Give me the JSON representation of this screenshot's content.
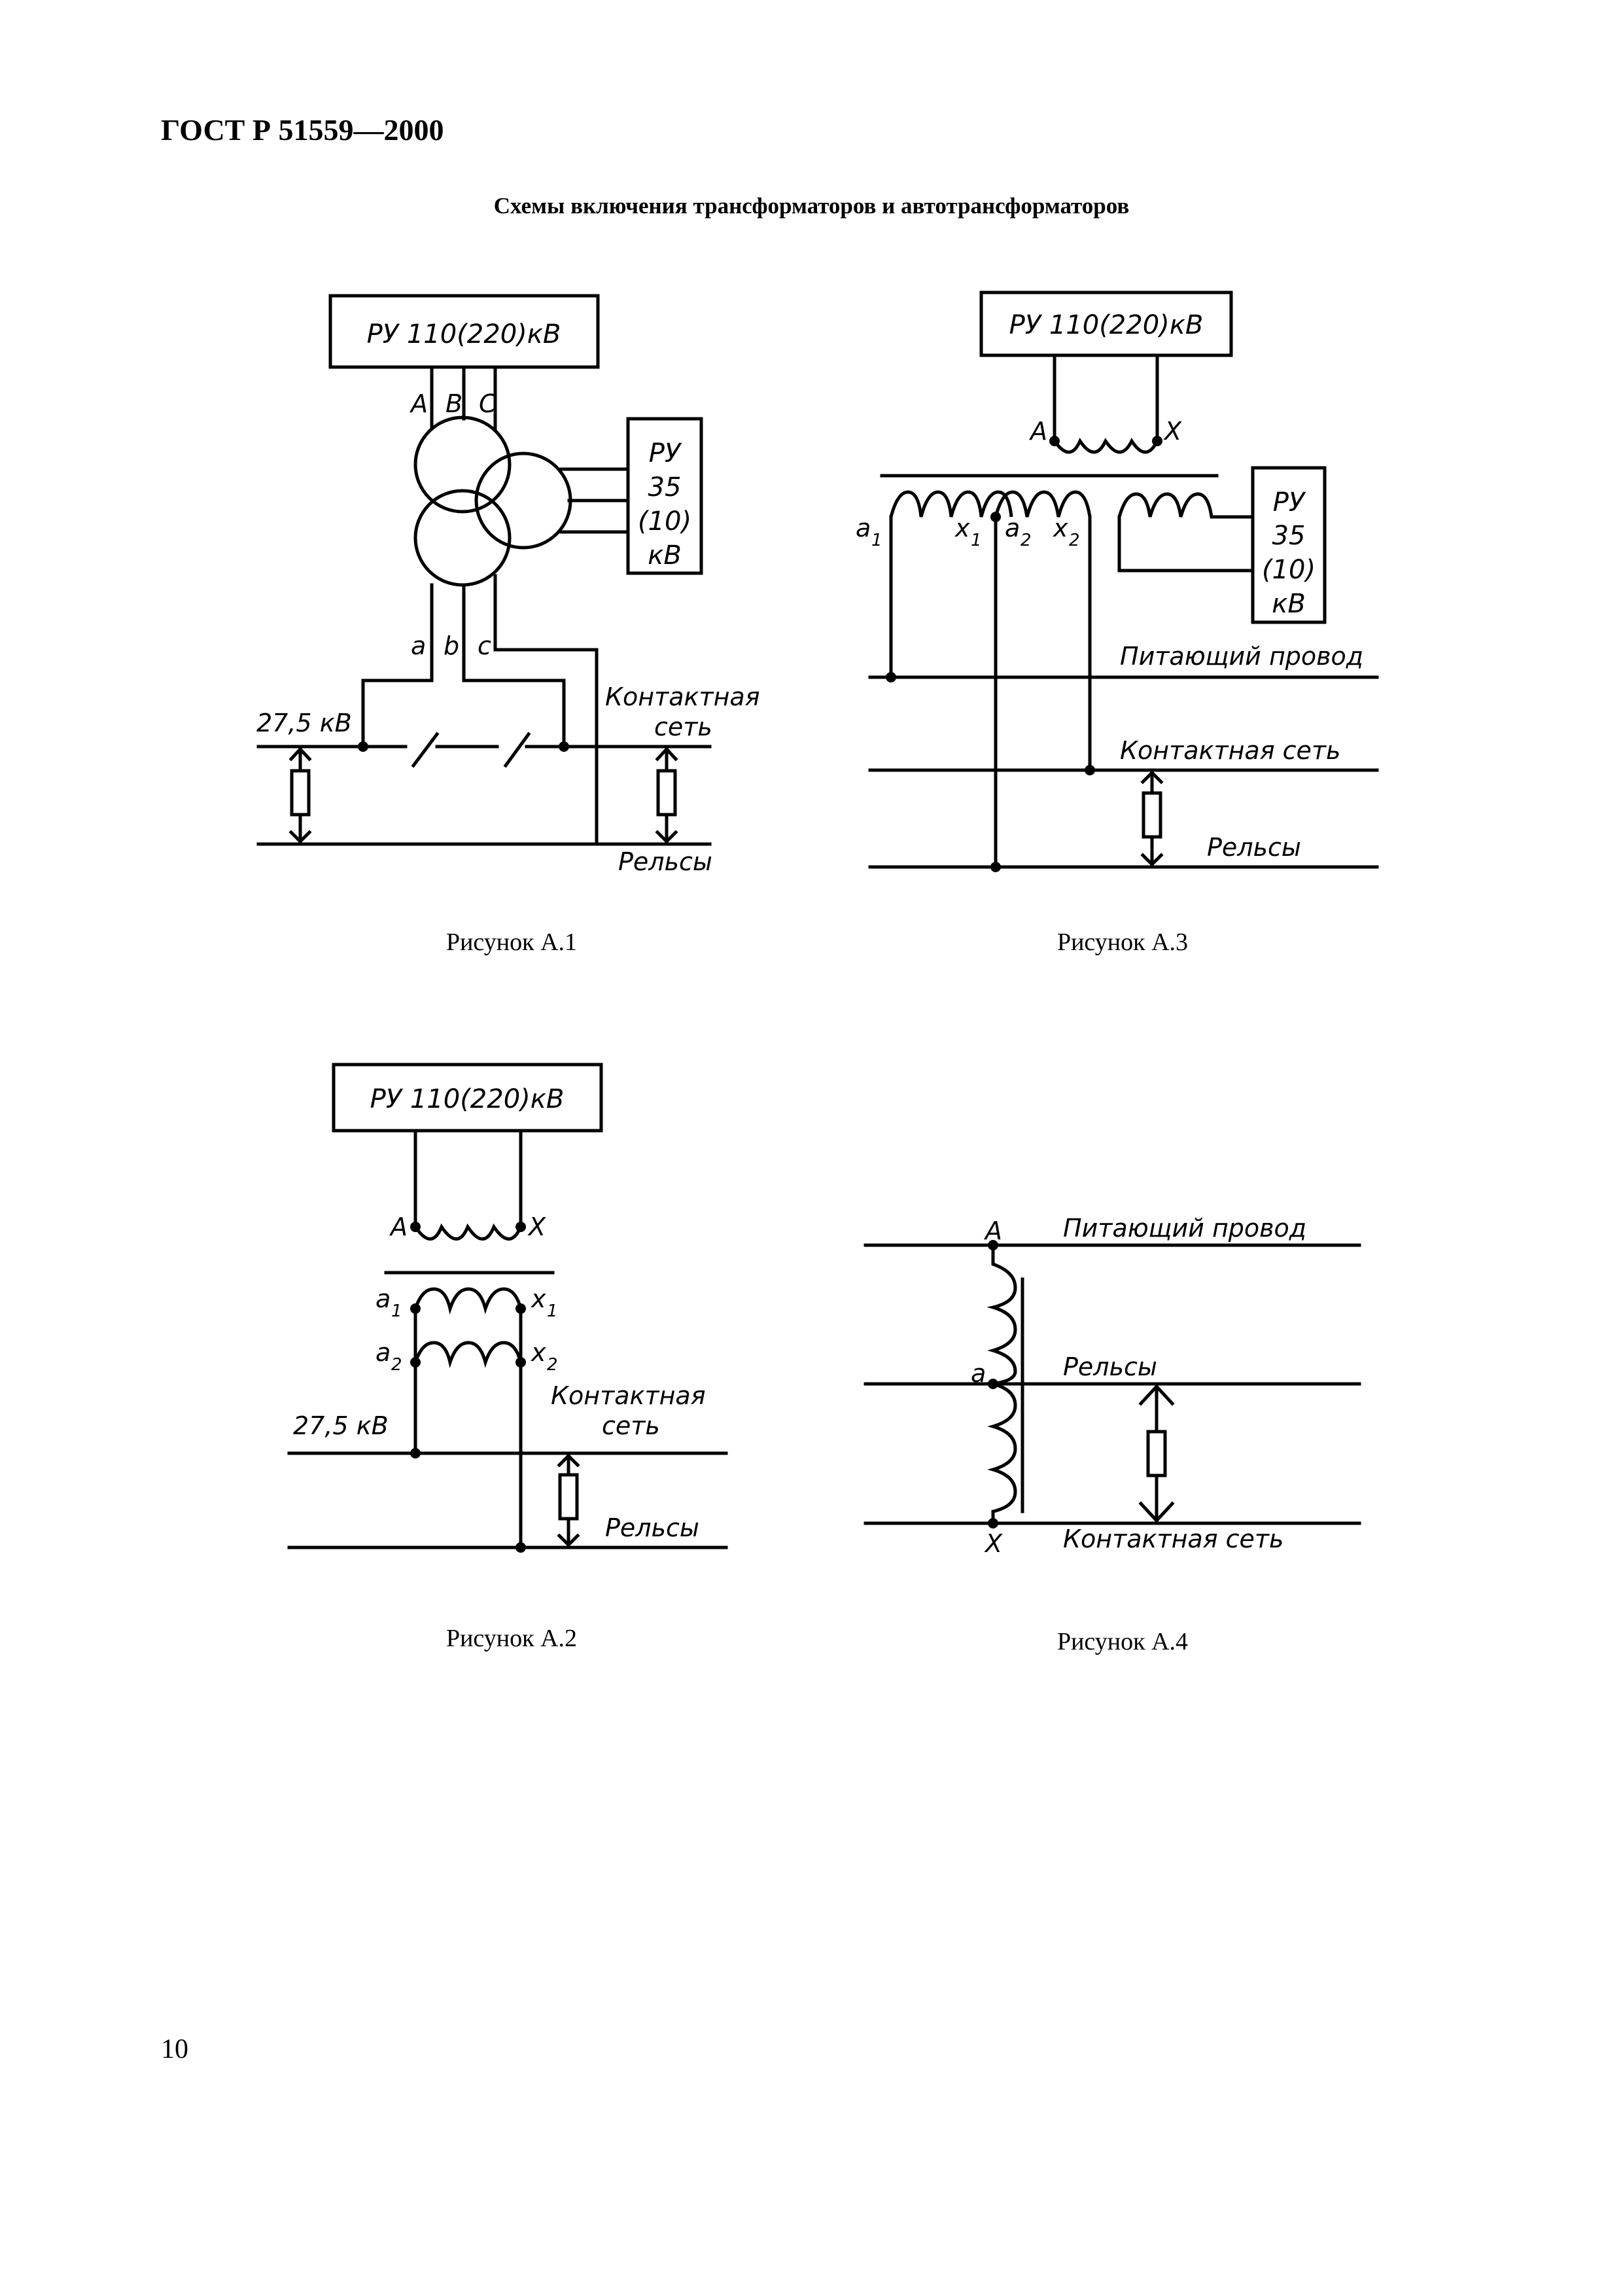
{
  "header": {
    "doc_id": "ГОСТ Р 51559—2000"
  },
  "page_title": "Схемы включения трансформаторов и автотрансформаторов",
  "figures": {
    "a1": {
      "caption": "Рисунок А.1",
      "ru_box": "РУ 110(220)кВ",
      "phase_A": "A",
      "phase_B": "B",
      "phase_C": "C",
      "ru35_l1": "РУ",
      "ru35_l2": "35",
      "ru35_l3": "(10)",
      "ru35_l4": "кВ",
      "sec_a": "a",
      "sec_b": "b",
      "sec_c": "c",
      "voltage": "27,5 кВ",
      "contact_l1": "Контактная",
      "contact_l2": "сеть",
      "rails": "Рельсы"
    },
    "a2": {
      "caption": "Рисунок А.2",
      "ru_box": "РУ 110(220)кВ",
      "A": "A",
      "X": "X",
      "a1": "a",
      "a1_sub": "1",
      "x1": "x",
      "x1_sub": "1",
      "a2": "a",
      "a2_sub": "2",
      "x2": "x",
      "x2_sub": "2",
      "voltage": "27,5 кВ",
      "contact_l1": "Контактная",
      "contact_l2": "сеть",
      "rails": "Рельсы"
    },
    "a3": {
      "caption": "Рисунок А.3",
      "ru_box": "РУ 110(220)кВ",
      "A": "A",
      "X": "X",
      "a1": "a",
      "a1_sub": "1",
      "x1": "x",
      "x1_sub": "1",
      "a2": "a",
      "a2_sub": "2",
      "x2": "x",
      "x2_sub": "2",
      "ru35_l1": "РУ",
      "ru35_l2": "35",
      "ru35_l3": "(10)",
      "ru35_l4": "кВ",
      "feeder": "Питающий провод",
      "contact": "Контактная сеть",
      "rails": "Рельсы"
    },
    "a4": {
      "caption": "Рисунок А.4",
      "A": "A",
      "a": "a",
      "X": "X",
      "feeder": "Питающий провод",
      "rails": "Рельсы",
      "contact": "Контактная сеть"
    }
  },
  "page_number": "10"
}
